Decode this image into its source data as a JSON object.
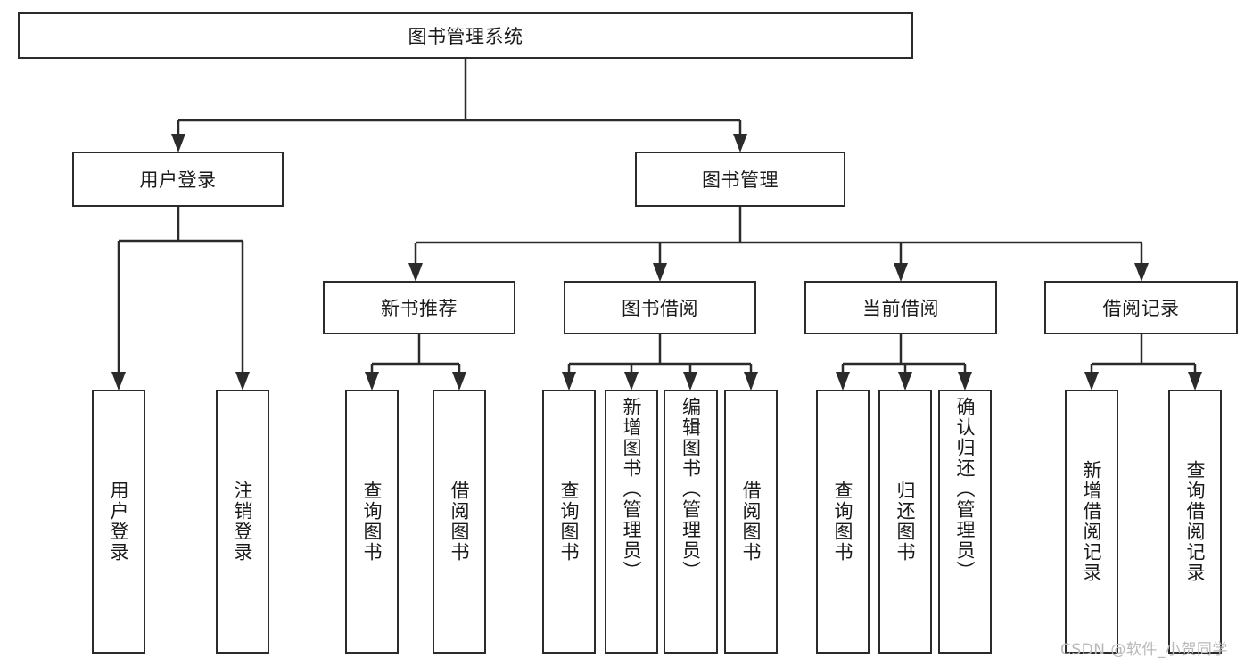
{
  "diagram": {
    "type": "hierarchy-tree",
    "title": "图书管理系统",
    "levels": {
      "root": {
        "label": "图书管理系统"
      },
      "level2": [
        {
          "label": "用户登录"
        },
        {
          "label": "图书管理"
        }
      ],
      "level3": [
        {
          "label": "新书推荐"
        },
        {
          "label": "图书借阅"
        },
        {
          "label": "当前借阅"
        },
        {
          "label": "借阅记录"
        }
      ],
      "leaves": {
        "user_login": [
          {
            "label": "用户登录"
          },
          {
            "label": "注销登录"
          }
        ],
        "new_book_recommend": [
          {
            "label": "查询图书"
          },
          {
            "label": "借阅图书"
          }
        ],
        "book_borrow": [
          {
            "label": "查询图书"
          },
          {
            "label": "新增图书（管理员）"
          },
          {
            "label": "编辑图书（管理员）"
          },
          {
            "label": "借阅图书"
          }
        ],
        "current_borrow": [
          {
            "label": "查询图书"
          },
          {
            "label": "归还图书"
          },
          {
            "label": "确认归还（管理员）"
          }
        ],
        "borrow_record": [
          {
            "label": "新增借阅记录"
          },
          {
            "label": "查询借阅记录"
          }
        ]
      }
    },
    "colors": {
      "stroke": "#2b2b2b",
      "fill": "#ffffff",
      "text": "#1a1a1a",
      "watermark": "#b9b9b9"
    }
  },
  "watermark": {
    "text": "CSDN @软件_小贺同学"
  }
}
